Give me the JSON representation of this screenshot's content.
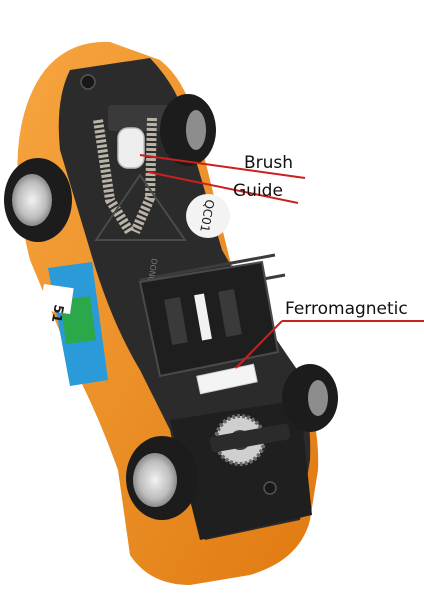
{
  "labels": {
    "brush": "Brush",
    "guide": "Guide",
    "ferromagnetic": "Ferromagnetic"
  },
  "chassis_marks": {
    "car_number": "51",
    "model_code": "QC01",
    "brand_text": "DONGDA"
  },
  "colors": {
    "body_orange": "#f08a1c",
    "chassis_dark": "#2b2b2b",
    "leader_line": "#cc1f1f",
    "tire": "#1c1c1c",
    "rim": "#cfcfcf",
    "braid": "#b9b3a8",
    "magnet": "#f4f4f4"
  }
}
